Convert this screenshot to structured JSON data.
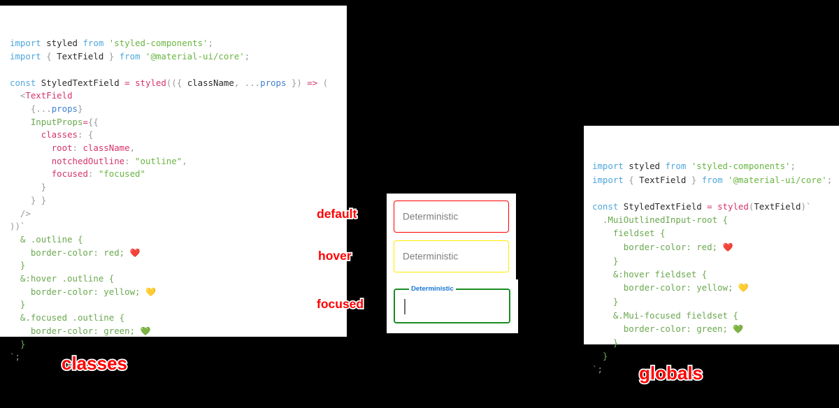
{
  "background_color": "#000000",
  "colors": {
    "accent_red": "#ff0000",
    "default_border": "#ff0000",
    "hover_border": "#ffeb00",
    "focused_border": "#1a8c23",
    "focused_label": "#1976d2",
    "panel_background": "#ffffff",
    "keyword": "#4fa7dd",
    "string": "#68b541",
    "pink": "#d6336c",
    "green": "#6aa84f"
  },
  "left_panel": {
    "caption": "classes",
    "lines": [
      {
        "id": "l1",
        "tokens": [
          {
            "c": "t-kw",
            "t": "import"
          },
          {
            "c": "t-plain",
            "t": " styled "
          },
          {
            "c": "t-kw",
            "t": "from"
          },
          {
            "c": "t-plain",
            "t": " "
          },
          {
            "c": "t-str",
            "t": "'styled-components'"
          },
          {
            "c": "t-punct",
            "t": ";"
          }
        ]
      },
      {
        "id": "l2",
        "tokens": [
          {
            "c": "t-kw",
            "t": "import"
          },
          {
            "c": "t-punct",
            "t": " { "
          },
          {
            "c": "t-plain",
            "t": "TextField"
          },
          {
            "c": "t-punct",
            "t": " } "
          },
          {
            "c": "t-kw",
            "t": "from"
          },
          {
            "c": "t-plain",
            "t": " "
          },
          {
            "c": "t-str",
            "t": "'@material-ui/core'"
          },
          {
            "c": "t-punct",
            "t": ";"
          }
        ]
      },
      {
        "id": "l3",
        "tokens": []
      },
      {
        "id": "l4",
        "tokens": [
          {
            "c": "t-kw",
            "t": "const"
          },
          {
            "c": "t-plain",
            "t": " StyledTextField "
          },
          {
            "c": "t-pink",
            "t": "="
          },
          {
            "c": "t-plain",
            "t": " "
          },
          {
            "c": "t-pink",
            "t": "styled"
          },
          {
            "c": "t-punct",
            "t": "(({ "
          },
          {
            "c": "t-plain",
            "t": "className"
          },
          {
            "c": "t-punct",
            "t": ", "
          },
          {
            "c": "t-punct",
            "t": "..."
          },
          {
            "c": "t-blue",
            "t": "props"
          },
          {
            "c": "t-punct",
            "t": " }) "
          },
          {
            "c": "t-pink",
            "t": "=>"
          },
          {
            "c": "t-punct",
            "t": " ("
          }
        ]
      },
      {
        "id": "l5",
        "tokens": [
          {
            "c": "t-plain",
            "t": "  "
          },
          {
            "c": "t-punct",
            "t": "<"
          },
          {
            "c": "t-pink",
            "t": "TextField"
          }
        ]
      },
      {
        "id": "l6",
        "tokens": [
          {
            "c": "t-punct",
            "t": "    {..."
          },
          {
            "c": "t-blue",
            "t": "props"
          },
          {
            "c": "t-punct",
            "t": "}"
          }
        ]
      },
      {
        "id": "l7",
        "tokens": [
          {
            "c": "t-plain",
            "t": "    "
          },
          {
            "c": "t-green",
            "t": "InputProps"
          },
          {
            "c": "t-pink",
            "t": "="
          },
          {
            "c": "t-punct",
            "t": "{{"
          }
        ]
      },
      {
        "id": "l8",
        "tokens": [
          {
            "c": "t-plain",
            "t": "      "
          },
          {
            "c": "t-pink",
            "t": "classes"
          },
          {
            "c": "t-punct",
            "t": ": {"
          }
        ]
      },
      {
        "id": "l9",
        "tokens": [
          {
            "c": "t-plain",
            "t": "        "
          },
          {
            "c": "t-pink",
            "t": "root"
          },
          {
            "c": "t-punct",
            "t": ": "
          },
          {
            "c": "t-pink",
            "t": "className"
          },
          {
            "c": "t-punct",
            "t": ","
          }
        ]
      },
      {
        "id": "l10",
        "tokens": [
          {
            "c": "t-plain",
            "t": "        "
          },
          {
            "c": "t-pink",
            "t": "notchedOutline"
          },
          {
            "c": "t-punct",
            "t": ": "
          },
          {
            "c": "t-str",
            "t": "\"outline\""
          },
          {
            "c": "t-punct",
            "t": ","
          }
        ]
      },
      {
        "id": "l11",
        "tokens": [
          {
            "c": "t-plain",
            "t": "        "
          },
          {
            "c": "t-pink",
            "t": "focused"
          },
          {
            "c": "t-punct",
            "t": ": "
          },
          {
            "c": "t-str",
            "t": "\"focused\""
          }
        ]
      },
      {
        "id": "l12",
        "tokens": [
          {
            "c": "t-punct",
            "t": "      }"
          }
        ]
      },
      {
        "id": "l13",
        "tokens": [
          {
            "c": "t-punct",
            "t": "    } }"
          }
        ]
      },
      {
        "id": "l14",
        "tokens": [
          {
            "c": "t-punct",
            "t": "  />"
          }
        ]
      },
      {
        "id": "l15",
        "tokens": [
          {
            "c": "t-punct",
            "t": "))"
          },
          {
            "c": "t-tick",
            "t": "`"
          }
        ]
      },
      {
        "id": "l16",
        "tokens": [
          {
            "c": "t-css",
            "t": "  & .outline {"
          }
        ]
      },
      {
        "id": "l17",
        "tokens": [
          {
            "c": "t-css",
            "t": "    border-color: red; "
          },
          {
            "c": "emoji",
            "t": "❤️"
          }
        ]
      },
      {
        "id": "l18",
        "tokens": [
          {
            "c": "t-css",
            "t": "  }"
          }
        ]
      },
      {
        "id": "l19",
        "tokens": [
          {
            "c": "t-css",
            "t": "  &:hover .outline {"
          }
        ]
      },
      {
        "id": "l20",
        "tokens": [
          {
            "c": "t-css",
            "t": "    border-color: yellow; "
          },
          {
            "c": "emoji",
            "t": "💛"
          }
        ]
      },
      {
        "id": "l21",
        "tokens": [
          {
            "c": "t-css",
            "t": "  }"
          }
        ]
      },
      {
        "id": "l22",
        "tokens": [
          {
            "c": "t-css",
            "t": "  &.focused .outline {"
          }
        ]
      },
      {
        "id": "l23",
        "tokens": [
          {
            "c": "t-css",
            "t": "    border-color: green; "
          },
          {
            "c": "emoji",
            "t": "💚"
          }
        ]
      },
      {
        "id": "l24",
        "tokens": [
          {
            "c": "t-css",
            "t": "  }"
          }
        ]
      },
      {
        "id": "l25",
        "tokens": [
          {
            "c": "t-tick",
            "t": "`"
          },
          {
            "c": "t-punct",
            "t": ";"
          }
        ]
      }
    ]
  },
  "right_panel": {
    "caption": "globals",
    "lines": [
      {
        "id": "r1",
        "tokens": [
          {
            "c": "t-kw",
            "t": "import"
          },
          {
            "c": "t-plain",
            "t": " styled "
          },
          {
            "c": "t-kw",
            "t": "from"
          },
          {
            "c": "t-plain",
            "t": " "
          },
          {
            "c": "t-str",
            "t": "'styled-components'"
          },
          {
            "c": "t-punct",
            "t": ";"
          }
        ]
      },
      {
        "id": "r2",
        "tokens": [
          {
            "c": "t-kw",
            "t": "import"
          },
          {
            "c": "t-punct",
            "t": " { "
          },
          {
            "c": "t-plain",
            "t": "TextField"
          },
          {
            "c": "t-punct",
            "t": " } "
          },
          {
            "c": "t-kw",
            "t": "from"
          },
          {
            "c": "t-plain",
            "t": " "
          },
          {
            "c": "t-str",
            "t": "'@material-ui/core'"
          },
          {
            "c": "t-punct",
            "t": ";"
          }
        ]
      },
      {
        "id": "r3",
        "tokens": []
      },
      {
        "id": "r4",
        "tokens": [
          {
            "c": "t-kw",
            "t": "const"
          },
          {
            "c": "t-plain",
            "t": " StyledTextField "
          },
          {
            "c": "t-pink",
            "t": "="
          },
          {
            "c": "t-plain",
            "t": " "
          },
          {
            "c": "t-pink",
            "t": "styled"
          },
          {
            "c": "t-punct",
            "t": "("
          },
          {
            "c": "t-plain",
            "t": "TextField"
          },
          {
            "c": "t-punct",
            "t": ")"
          },
          {
            "c": "t-tick",
            "t": "`"
          }
        ]
      },
      {
        "id": "r5",
        "tokens": [
          {
            "c": "t-css",
            "t": "  .MuiOutlinedInput-root {"
          }
        ]
      },
      {
        "id": "r6",
        "tokens": [
          {
            "c": "t-css",
            "t": "    fieldset {"
          }
        ]
      },
      {
        "id": "r7",
        "tokens": [
          {
            "c": "t-css",
            "t": "      border-color: red; "
          },
          {
            "c": "emoji",
            "t": "❤️"
          }
        ]
      },
      {
        "id": "r8",
        "tokens": [
          {
            "c": "t-css",
            "t": "    }"
          }
        ]
      },
      {
        "id": "r9",
        "tokens": [
          {
            "c": "t-css",
            "t": "    &:hover fieldset {"
          }
        ]
      },
      {
        "id": "r10",
        "tokens": [
          {
            "c": "t-css",
            "t": "      border-color: yellow; "
          },
          {
            "c": "emoji",
            "t": "💛"
          }
        ]
      },
      {
        "id": "r11",
        "tokens": [
          {
            "c": "t-css",
            "t": "    }"
          }
        ]
      },
      {
        "id": "r12",
        "tokens": [
          {
            "c": "t-css",
            "t": "    &.Mui-focused fieldset {"
          }
        ]
      },
      {
        "id": "r13",
        "tokens": [
          {
            "c": "t-css",
            "t": "      border-color: green; "
          },
          {
            "c": "emoji",
            "t": "💚"
          }
        ]
      },
      {
        "id": "r14",
        "tokens": [
          {
            "c": "t-css",
            "t": "    }"
          }
        ]
      },
      {
        "id": "r15",
        "tokens": [
          {
            "c": "t-css",
            "t": "  }"
          }
        ]
      },
      {
        "id": "r16",
        "tokens": [
          {
            "c": "t-tick",
            "t": "`"
          },
          {
            "c": "t-punct",
            "t": ";"
          }
        ]
      }
    ]
  },
  "demo": {
    "fields": {
      "default": {
        "placeholder": "Deterministic",
        "state_label": "default"
      },
      "hover": {
        "placeholder": "Deterministic",
        "state_label": "hover"
      },
      "focused": {
        "label": "Deterministic",
        "value": "",
        "state_label": "focused"
      }
    }
  }
}
